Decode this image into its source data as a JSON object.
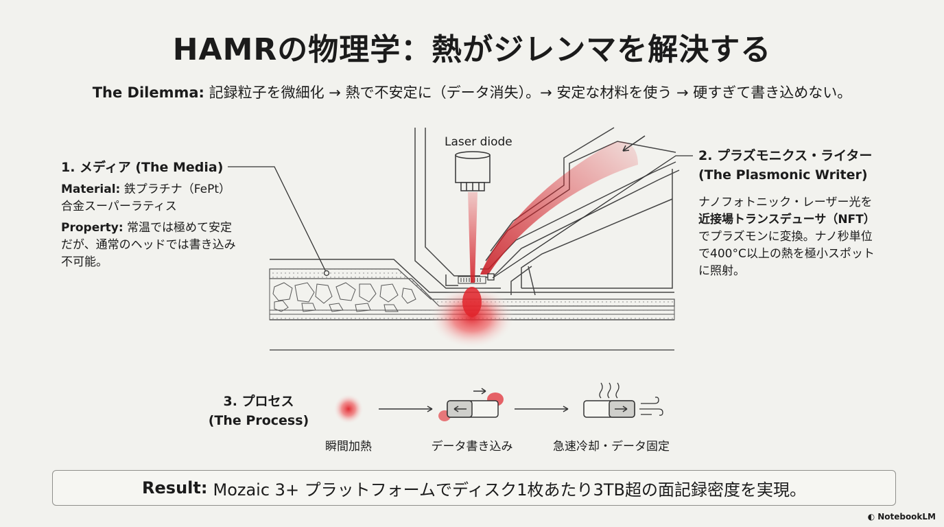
{
  "title": "HAMRの物理学：熱がジレンマを解決する",
  "dilemma": {
    "label": "The Dilemma:",
    "text": "記録粒子を微細化 → 熱で不安定に（データ消失）。→ 安定な材料を使う → 硬すぎて書き込めない。"
  },
  "diagram": {
    "laser_label": "Laser diode",
    "media": {
      "heading": "1. メディア (The Media)",
      "material_label": "Material:",
      "material_text_1": "鉄プラチナ（FePt）",
      "material_text_2": "合金スーパーラティス",
      "property_label": "Property:",
      "property_text_1": "常温では極めて安定",
      "property_text_2": "だが、通常のヘッドでは書き込み",
      "property_text_3": "不可能。"
    },
    "writer": {
      "heading_1": "2. プラズモニクス・ライター",
      "heading_2": "(The Plasmonic Writer)",
      "text_1": "ナノフォトニック・レーザー光を",
      "text_2_bold": "近接場トランスデューサ（NFT）",
      "text_3": "でプラズモンに変換。ナノ秒単位",
      "text_4": "で400°C以上の熱を極小スポット",
      "text_5": "に照射。"
    }
  },
  "process": {
    "heading_1": "3. プロセス",
    "heading_2": "(The Process)",
    "steps": [
      {
        "label": "瞬間加熱"
      },
      {
        "label": "データ書き込み"
      },
      {
        "label": "急速冷却・データ固定"
      }
    ]
  },
  "result": {
    "label": "Result:",
    "text": "Mozaic 3+ プラットフォームでディスク1枚あたり3TB超の面記録密度を実現。"
  },
  "branding": "NotebookLM",
  "colors": {
    "accent_red": "#e0242c",
    "background": "#f2f2ee",
    "line": "#3a3a3a"
  }
}
